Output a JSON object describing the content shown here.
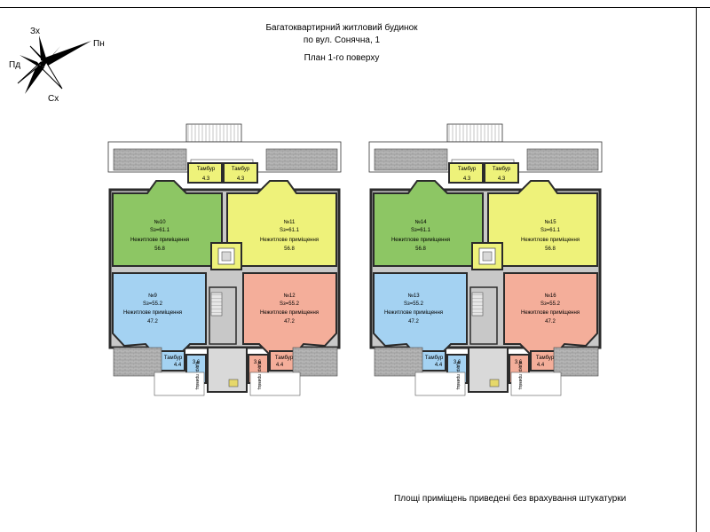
{
  "title": {
    "line1": "Багатоквартирний житловий будинок",
    "line2": "по вул. Сонячна, 1",
    "line3": "План 1-го поверху"
  },
  "compass": {
    "west": "Зх",
    "north": "Пн",
    "south_west": "Пд",
    "east": "Сх"
  },
  "footnote": "Площі приміщень приведені без врахування штукатурки",
  "vestibule_label": "Тамбур",
  "unit_label": "Нежитлове приміщення",
  "stair_area": "3.6",
  "stair_area_label": "відкр. приміщ.",
  "left_block": {
    "units": [
      {
        "no": "№10",
        "s": "Sз=61.1",
        "label": "Нежитлове приміщення",
        "area": "56.8",
        "color": "#8dc664"
      },
      {
        "no": "№11",
        "s": "Sз=61.1",
        "label": "Нежитлове приміщення",
        "area": "56.8",
        "color": "#eef27a"
      },
      {
        "no": "№9",
        "s": "Sз=55.2",
        "label": "Нежитлове приміщення",
        "area": "47.2",
        "color": "#a4d2f2"
      },
      {
        "no": "№12",
        "s": "Sз=55.2",
        "label": "Нежитлове приміщення",
        "area": "47.2",
        "color": "#f4ae9a"
      }
    ],
    "vestibules": [
      {
        "label": "Тамбур",
        "area": "4.3"
      },
      {
        "label": "Тамбур",
        "area": "4.3"
      },
      {
        "label": "Тамбур",
        "area": "4.4"
      },
      {
        "label": "Тамбур",
        "area": "4.4"
      }
    ],
    "small_rooms": [
      {
        "label": "відкр. приміщ.",
        "area": "3.6"
      },
      {
        "label": "відкр. приміщ.",
        "area": "3.6"
      }
    ]
  },
  "right_block": {
    "units": [
      {
        "no": "№14",
        "s": "Sз=61.1",
        "label": "Нежитлове приміщення",
        "area": "56.8",
        "color": "#8dc664"
      },
      {
        "no": "№15",
        "s": "Sз=61.1",
        "label": "Нежитлове приміщення",
        "area": "56.8",
        "color": "#eef27a"
      },
      {
        "no": "№13",
        "s": "Sз=55.2",
        "label": "Нежитлове приміщення",
        "area": "47.2",
        "color": "#a4d2f2"
      },
      {
        "no": "№16",
        "s": "Sз=55.2",
        "label": "Нежитлове приміщення",
        "area": "47.2",
        "color": "#f4ae9a"
      }
    ],
    "vestibules": [
      {
        "label": "Тамбур",
        "area": "4.3"
      },
      {
        "label": "Тамбур",
        "area": "4.3"
      },
      {
        "label": "Тамбур",
        "area": "4.4"
      },
      {
        "label": "Тамбур",
        "area": "4.4"
      }
    ],
    "small_rooms": [
      {
        "label": "відкр. приміщ.",
        "area": "3.6"
      },
      {
        "label": "відкр. приміщ.",
        "area": "3.6"
      }
    ]
  },
  "colors": {
    "wall": "#2b2b2b",
    "corridor": "#c8c8c8",
    "terrace": "#bdbdbd",
    "stair": "#d9d9d9"
  }
}
